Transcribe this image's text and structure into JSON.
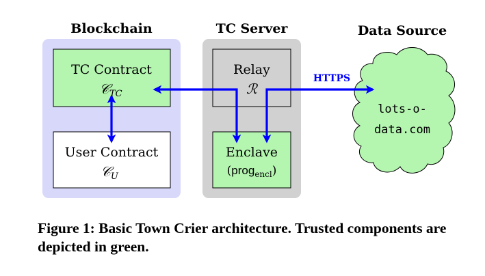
{
  "groups": {
    "blockchain": {
      "title": "Blockchain",
      "fill": "#d8d8fb"
    },
    "tc_server": {
      "title": "TC Server",
      "fill": "#d1d1d1"
    },
    "data_source": {
      "title": "Data Source"
    }
  },
  "nodes": {
    "tc_contract": {
      "label": "TC Contract",
      "symbol": "𝒞",
      "subscript": "TC",
      "fill": "#b4f5b0"
    },
    "user_contract": {
      "label": "User Contract",
      "symbol": "𝒞",
      "subscript": "U",
      "fill": "#ffffff"
    },
    "relay": {
      "label": "Relay",
      "symbol": "ℛ",
      "fill": "#d1d1d1"
    },
    "enclave": {
      "label": "Enclave",
      "prog": "prog",
      "prog_subscript": "encl",
      "fill": "#b4f5b0"
    },
    "cloud": {
      "line1": "lots-o-",
      "line2": "data.com",
      "fill": "#b4f5b0"
    }
  },
  "edges": {
    "https_label": "HTTPS",
    "color": "#0000ff"
  },
  "caption": "Figure 1: Basic Town Crier architecture. Trusted components are depicted in green."
}
